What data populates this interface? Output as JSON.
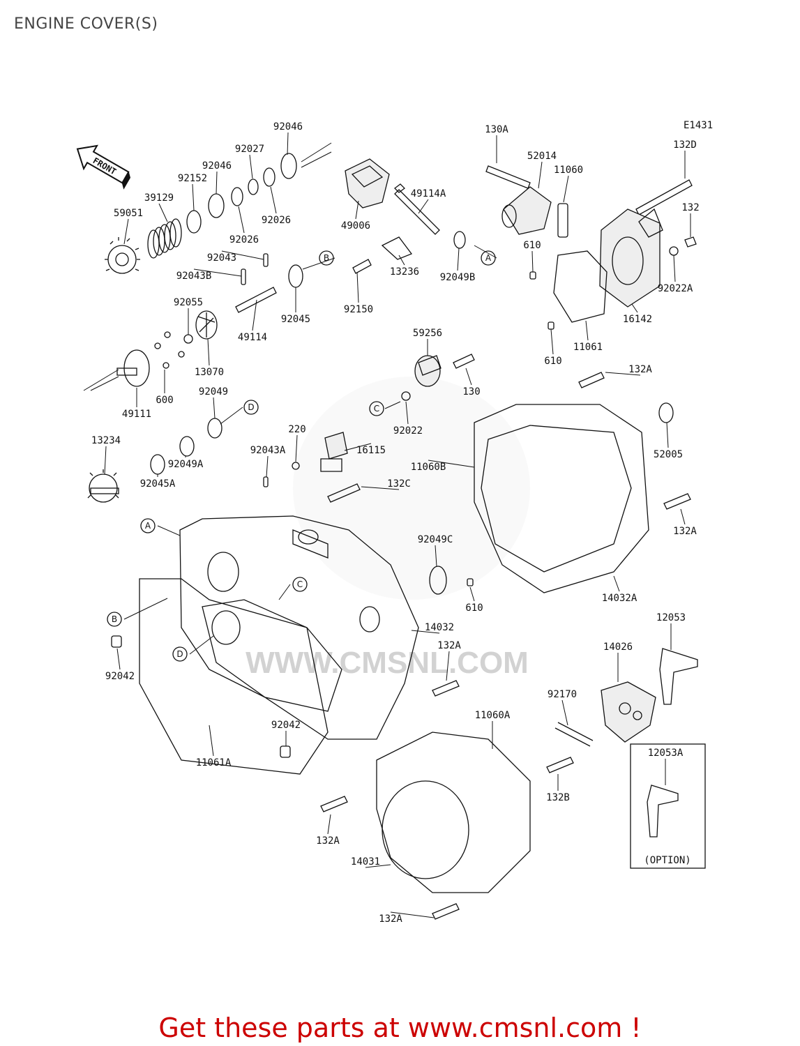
{
  "header": {
    "title": "ENGINE COVER(S)"
  },
  "diagram": {
    "code": "E1431",
    "front_label": "FRONT",
    "option_label": "(OPTION)",
    "watermark": "WWW.CMSNL.COM",
    "callouts": [
      "A",
      "B",
      "C",
      "D"
    ],
    "parts": [
      {
        "id": "p92046a",
        "number": "92046"
      },
      {
        "id": "p92027",
        "number": "92027"
      },
      {
        "id": "p92046b",
        "number": "92046"
      },
      {
        "id": "p92152",
        "number": "92152"
      },
      {
        "id": "p39129",
        "number": "39129"
      },
      {
        "id": "p59051",
        "number": "59051"
      },
      {
        "id": "p92026a",
        "number": "92026"
      },
      {
        "id": "p92026b",
        "number": "92026"
      },
      {
        "id": "p92043",
        "number": "92043"
      },
      {
        "id": "p92043b",
        "number": "92043B"
      },
      {
        "id": "p92045",
        "number": "92045"
      },
      {
        "id": "p49114",
        "number": "49114"
      },
      {
        "id": "p92055",
        "number": "92055"
      },
      {
        "id": "p13070",
        "number": "13070"
      },
      {
        "id": "p49006",
        "number": "49006"
      },
      {
        "id": "p49114a",
        "number": "49114A"
      },
      {
        "id": "p13236",
        "number": "13236"
      },
      {
        "id": "p92150",
        "number": "92150"
      },
      {
        "id": "p92049b",
        "number": "92049B"
      },
      {
        "id": "p130a",
        "number": "130A"
      },
      {
        "id": "p52014",
        "number": "52014"
      },
      {
        "id": "p11060",
        "number": "11060"
      },
      {
        "id": "p132d",
        "number": "132D"
      },
      {
        "id": "p132",
        "number": "132"
      },
      {
        "id": "p610a",
        "number": "610"
      },
      {
        "id": "p92022a",
        "number": "92022A"
      },
      {
        "id": "p16142",
        "number": "16142"
      },
      {
        "id": "p11061",
        "number": "11061"
      },
      {
        "id": "p610b",
        "number": "610"
      },
      {
        "id": "p59256",
        "number": "59256"
      },
      {
        "id": "p130",
        "number": "130"
      },
      {
        "id": "p132a1",
        "number": "132A"
      },
      {
        "id": "p600",
        "number": "600"
      },
      {
        "id": "p49111",
        "number": "49111"
      },
      {
        "id": "p92049",
        "number": "92049"
      },
      {
        "id": "p92022",
        "number": "92022"
      },
      {
        "id": "p13234",
        "number": "13234"
      },
      {
        "id": "p220",
        "number": "220"
      },
      {
        "id": "p16115",
        "number": "16115"
      },
      {
        "id": "p11060b",
        "number": "11060B"
      },
      {
        "id": "p52005",
        "number": "52005"
      },
      {
        "id": "p92043a",
        "number": "92043A"
      },
      {
        "id": "p92049a",
        "number": "92049A"
      },
      {
        "id": "p92045a",
        "number": "92045A"
      },
      {
        "id": "p132c",
        "number": "132C"
      },
      {
        "id": "p132a2",
        "number": "132A"
      },
      {
        "id": "p92049c",
        "number": "92049C"
      },
      {
        "id": "p610c",
        "number": "610"
      },
      {
        "id": "p14032a",
        "number": "14032A"
      },
      {
        "id": "p14032",
        "number": "14032"
      },
      {
        "id": "p12053",
        "number": "12053"
      },
      {
        "id": "p92042a",
        "number": "92042"
      },
      {
        "id": "p132a3",
        "number": "132A"
      },
      {
        "id": "p14026",
        "number": "14026"
      },
      {
        "id": "p92170",
        "number": "92170"
      },
      {
        "id": "p11060a",
        "number": "11060A"
      },
      {
        "id": "p92042b",
        "number": "92042"
      },
      {
        "id": "p11061a",
        "number": "11061A"
      },
      {
        "id": "p12053a",
        "number": "12053A"
      },
      {
        "id": "p132b",
        "number": "132B"
      },
      {
        "id": "p132a4",
        "number": "132A"
      },
      {
        "id": "p14031",
        "number": "14031"
      },
      {
        "id": "p132a5",
        "number": "132A"
      }
    ]
  },
  "footer": {
    "link_text": "Get these parts at www.cmsnl.com !"
  }
}
